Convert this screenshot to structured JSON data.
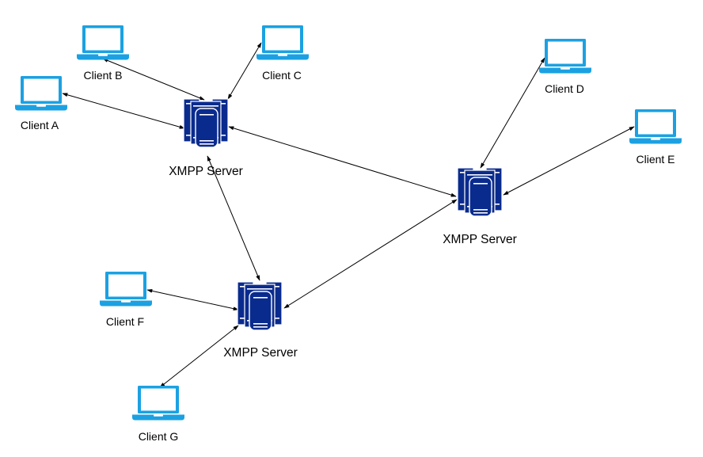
{
  "colors": {
    "laptop": "#1BA1E2",
    "server": "#0A2B8E",
    "edge": "#000000",
    "background": "#FFFFFF"
  },
  "icons": {
    "client": "laptop-icon",
    "server": "server-rack-icon"
  },
  "nodes": {
    "server1": {
      "label": "XMPP Server"
    },
    "server2": {
      "label": "XMPP Server"
    },
    "server3": {
      "label": "XMPP Server"
    },
    "clientA": {
      "label": "Client A"
    },
    "clientB": {
      "label": "Client B"
    },
    "clientC": {
      "label": "Client C"
    },
    "clientD": {
      "label": "Client D"
    },
    "clientE": {
      "label": "Client E"
    },
    "clientF": {
      "label": "Client F"
    },
    "clientG": {
      "label": "Client G"
    }
  },
  "edges": [
    {
      "from": "clientA",
      "to": "server1",
      "bidirectional": true
    },
    {
      "from": "clientB",
      "to": "server1",
      "bidirectional": true
    },
    {
      "from": "clientC",
      "to": "server1",
      "bidirectional": true
    },
    {
      "from": "server1",
      "to": "server2",
      "bidirectional": true
    },
    {
      "from": "server1",
      "to": "server3",
      "bidirectional": true
    },
    {
      "from": "clientD",
      "to": "server2",
      "bidirectional": true
    },
    {
      "from": "clientE",
      "to": "server2",
      "bidirectional": true
    },
    {
      "from": "server3",
      "to": "server2",
      "bidirectional": true
    },
    {
      "from": "clientF",
      "to": "server3",
      "bidirectional": true
    },
    {
      "from": "clientG",
      "to": "server3",
      "bidirectional": true
    }
  ]
}
